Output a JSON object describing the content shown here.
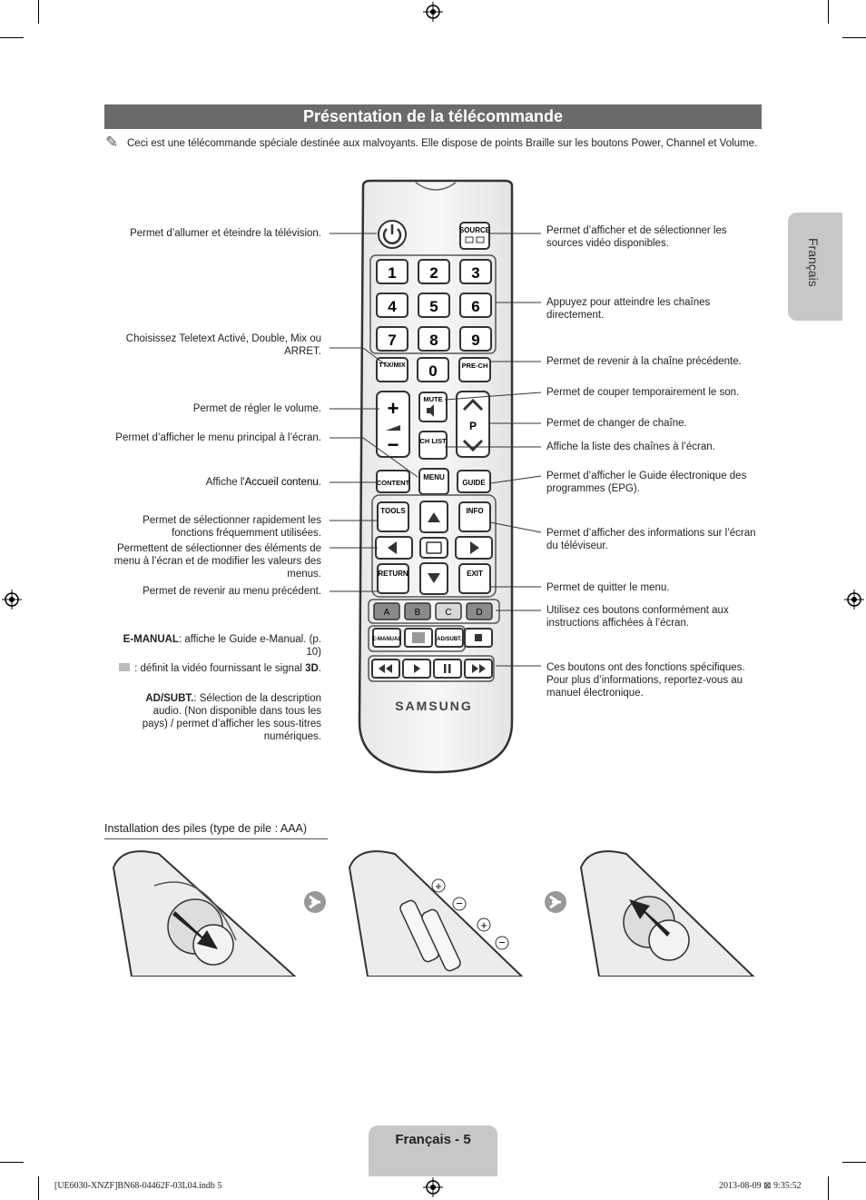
{
  "page": {
    "title": "Présentation de la télécommande",
    "note": "Ceci est une télécommande spéciale destinée aux malvoyants. Elle dispose de points Braille sur les boutons Power, Channel et Volume.",
    "side_tab": "Français",
    "footer_page": "Français - 5",
    "print_info_left": "[UE6030-XNZF]BN68-04462F-03L04.indb   5",
    "print_info_right": "2013-08-09   ⊠ 9:35:52"
  },
  "remote": {
    "source": "SOURCE",
    "keys": [
      "1",
      "2",
      "3",
      "4",
      "5",
      "6",
      "7",
      "8",
      "9",
      "0"
    ],
    "ttx": "TTX/MIX",
    "prech": "PRE-CH",
    "mute": "MUTE",
    "chlist": "CH LIST",
    "p": "P",
    "content": "CONTENT",
    "menu": "MENU",
    "guide": "GUIDE",
    "tools": "TOOLS",
    "info": "INFO",
    "return": "RETURN",
    "exit": "EXIT",
    "colors": [
      "A",
      "B",
      "C",
      "D"
    ],
    "color_hex": [
      "#8a8a8a",
      "#8a8a8a",
      "#d8d8d8",
      "#8a8a8a"
    ],
    "emanual": "E-MANUAL",
    "adsubt": "AD/SUBT.",
    "brand": "SAMSUNG"
  },
  "labels_left": {
    "power": "Permet d’allumer et éteindre la télévision.",
    "ttx": "Choisissez Teletext Activé, Double, Mix ou ARRET.",
    "volume": "Permet de régler le volume.",
    "menu": "Permet d’afficher le menu principal à l’écran.",
    "content_pre": "Affiche l'",
    "content_bold": "Accueil contenu",
    "content_post": ".",
    "tools": "Permet de sélectionner rapidement les fonctions fréquemment utilisées.",
    "arrows": "Permettent de sélectionner des éléments de menu à l’écran et de modifier les valeurs des menus.",
    "return": "Permet de revenir au menu précédent.",
    "emanual_bold": "E-MANUAL",
    "emanual_text": ": affiche le Guide e-Manual. (p. 10)",
    "threed_text": " : définit la vidéo fournissant le signal ",
    "threed_bold": "3D",
    "threed_end": ".",
    "adsubt_bold": "AD/SUBT.",
    "adsubt_text": ": Sélection de la description audio. (Non disponible dans tous les pays) / permet d’afficher les sous-titres numériques."
  },
  "labels_right": {
    "source": "Permet d’afficher et de sélectionner les sources vidéo disponibles.",
    "numbers": "Appuyez pour atteindre les chaînes directement.",
    "prech": "Permet de revenir à la chaîne précédente.",
    "mute": "Permet de couper temporairement le son.",
    "channel": "Permet de changer de chaîne.",
    "chlist": "Affiche la liste des chaînes à l’écran.",
    "guide": "Permet d’afficher le Guide électronique des programmes (EPG).",
    "info": "Permet d’afficher des informations sur l’écran du téléviseur.",
    "exit": "Permet de quitter le menu.",
    "colors": "Utilisez ces boutons conformément aux instructions affichées à l’écran.",
    "media": "Ces boutons ont des fonctions spécifiques. Pour plus d’informations, reportez-vous au manuel électronique."
  },
  "battery": {
    "title": "Installation des piles (type de pile : AAA)"
  }
}
